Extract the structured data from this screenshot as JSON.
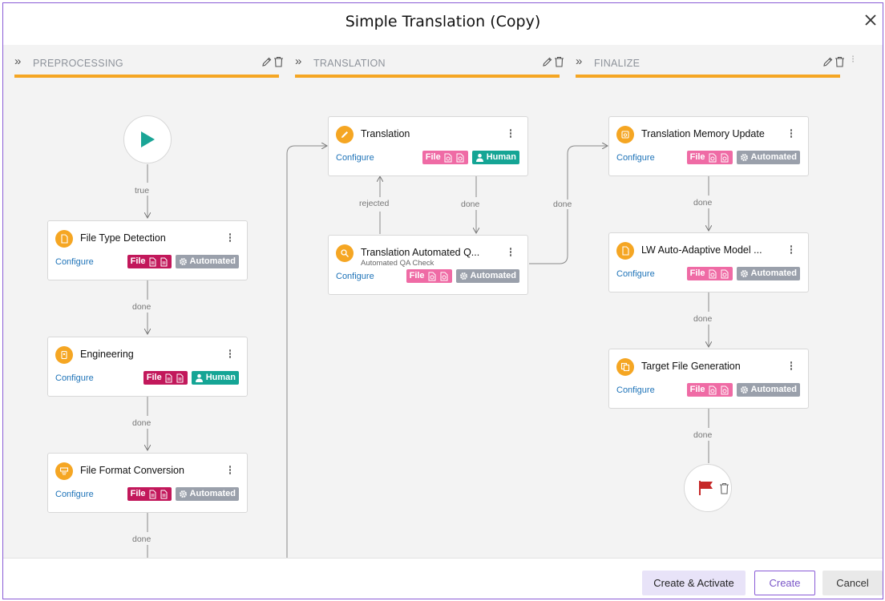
{
  "dialog": {
    "title": "Simple Translation (Copy)"
  },
  "stages": [
    {
      "name": "PREPROCESSING"
    },
    {
      "name": "TRANSLATION"
    },
    {
      "name": "FINALIZE"
    }
  ],
  "nodes": [
    {
      "title": "File Type Detection",
      "configure": "Configure",
      "file_label": "File",
      "role": "Automated",
      "icon": "file-icon"
    },
    {
      "title": "Engineering",
      "configure": "Configure",
      "file_label": "File",
      "role": "Human",
      "icon": "engineering-icon"
    },
    {
      "title": "File Format Conversion",
      "configure": "Configure",
      "file_label": "File",
      "role": "Automated",
      "icon": "conversion-icon"
    },
    {
      "title": "Translation",
      "configure": "Configure",
      "file_label": "File",
      "role": "Human",
      "icon": "pencil-icon"
    },
    {
      "title": "Translation Automated Q...",
      "subtitle": "Automated QA Check",
      "configure": "Configure",
      "file_label": "File",
      "role": "Automated",
      "icon": "search-icon"
    },
    {
      "title": "Translation Memory Update",
      "configure": "Configure",
      "file_label": "File",
      "role": "Automated",
      "icon": "memory-icon"
    },
    {
      "title": "LW Auto-Adaptive Model ...",
      "configure": "Configure",
      "file_label": "File",
      "role": "Automated",
      "icon": "file-icon"
    },
    {
      "title": "Target File Generation",
      "configure": "Configure",
      "file_label": "File",
      "role": "Automated",
      "icon": "copy-icon"
    }
  ],
  "connectors": {
    "true": "true",
    "done": "done",
    "rejected": "rejected"
  },
  "footer": {
    "create_activate": "Create & Activate",
    "create": "Create",
    "cancel": "Cancel"
  },
  "colors": {
    "accent": "#f5a623",
    "file_dark": "#c2185b",
    "file_pink": "#ef6ba5",
    "automated": "#9aa0ab",
    "human": "#15a595",
    "play": "#1aa596",
    "flag": "#c62828",
    "link": "#1e73b8"
  }
}
